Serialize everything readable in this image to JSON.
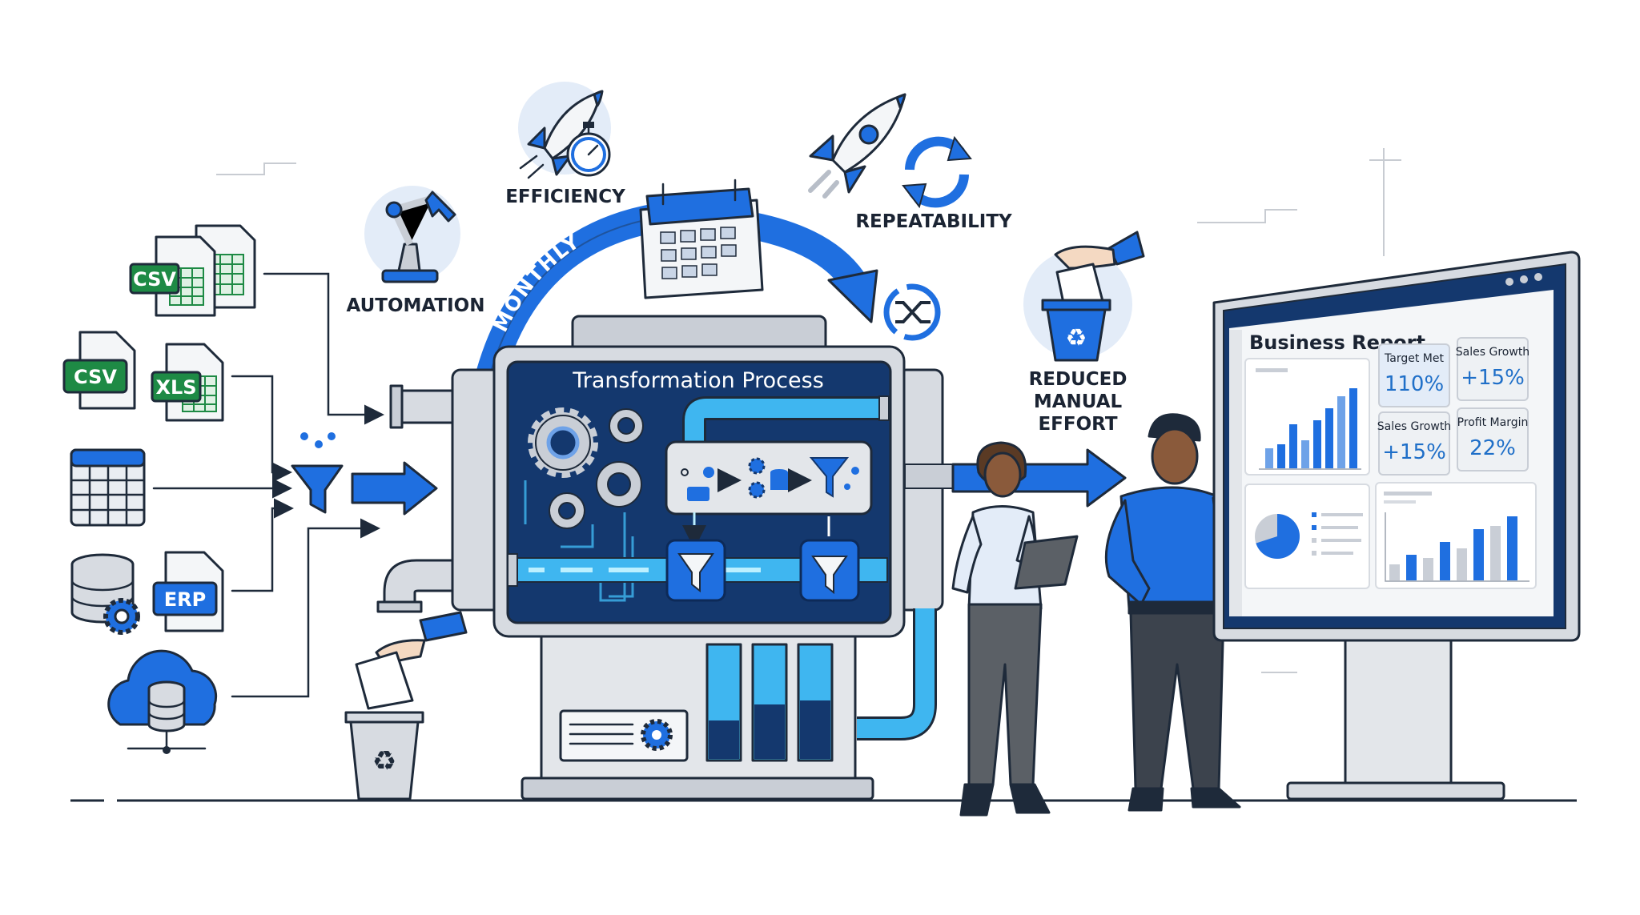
{
  "labels": {
    "efficiency": "EFFICIENCY",
    "automation": "AUTOMATION",
    "repeatability": "REPEATABILITY",
    "monthly": "MONTHLY",
    "reduced_effort": [
      "REDUCED",
      "MANUAL",
      "EFFORT"
    ]
  },
  "sources": {
    "csv_top": "CSV",
    "csv_left": "CSV",
    "xls": "XLS",
    "erp": "ERP"
  },
  "machine": {
    "title": "Transformation Process"
  },
  "report": {
    "title": "Business Report",
    "kpis": [
      {
        "label": "Target Met",
        "value": "110%"
      },
      {
        "label": "Sales Growth",
        "value": "+15%"
      },
      {
        "label": "Sales Growth",
        "value": "+15%"
      },
      {
        "label": "Profit Margin",
        "value": "22%"
      }
    ],
    "top_chart_values": [
      0.25,
      0.3,
      0.55,
      0.35,
      0.6,
      0.75,
      0.9,
      1.0
    ],
    "bottom_chart_values": [
      0.25,
      0.4,
      0.35,
      0.6,
      0.5,
      0.8,
      0.85,
      1.0
    ],
    "pie_share_blue": 0.7
  },
  "colors": {
    "primary": "#1f6fe0",
    "navy": "#14386e",
    "cyan": "#3fb6f0",
    "gray": "#c9ced6",
    "excel_green": "#1e8a45"
  }
}
